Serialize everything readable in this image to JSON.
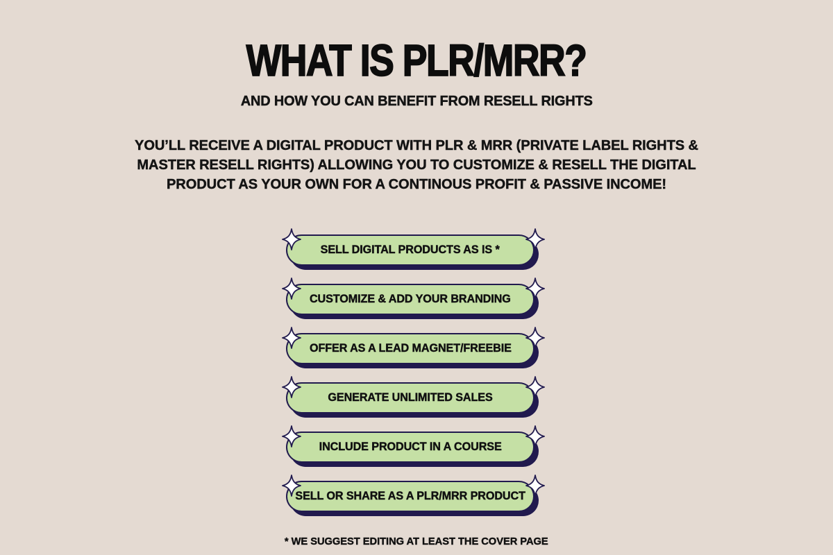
{
  "theme": {
    "background_color": "#e4dad2",
    "pill_fill_color": "#c5e0a5",
    "pill_border_color": "#211a4e",
    "pill_shadow_color": "#211a4e",
    "text_color": "#111111",
    "sparkle_fill_color": "#ffffff",
    "sparkle_stroke_color": "#211a4e"
  },
  "header": {
    "title": "WHAT IS PLR/MRR?",
    "subtitle": "AND HOW YOU CAN BENEFIT FROM RESELL RIGHTS"
  },
  "intro": {
    "paragraph": "YOU’LL RECEIVE A DIGITAL PRODUCT WITH PLR & MRR (PRIVATE LABEL RIGHTS & MASTER RESELL RIGHTS) ALLOWING YOU TO CUSTOMIZE & RESELL THE DIGITAL PRODUCT AS YOUR OWN FOR A CONTINOUS PROFIT & PASSIVE INCOME!"
  },
  "benefits": {
    "items": [
      {
        "label": "SELL DIGITAL PRODUCTS AS IS *"
      },
      {
        "label": "CUSTOMIZE & ADD YOUR BRANDING"
      },
      {
        "label": "OFFER AS A LEAD MAGNET/FREEBIE"
      },
      {
        "label": "GENERATE UNLIMITED SALES"
      },
      {
        "label": "INCLUDE PRODUCT IN A COURSE"
      },
      {
        "label": "SELL OR SHARE AS A PLR/MRR PRODUCT"
      }
    ]
  },
  "footnote": {
    "text": "* WE SUGGEST EDITING AT LEAST THE COVER PAGE"
  },
  "icons": {
    "sparkle": "sparkle-star-icon"
  }
}
